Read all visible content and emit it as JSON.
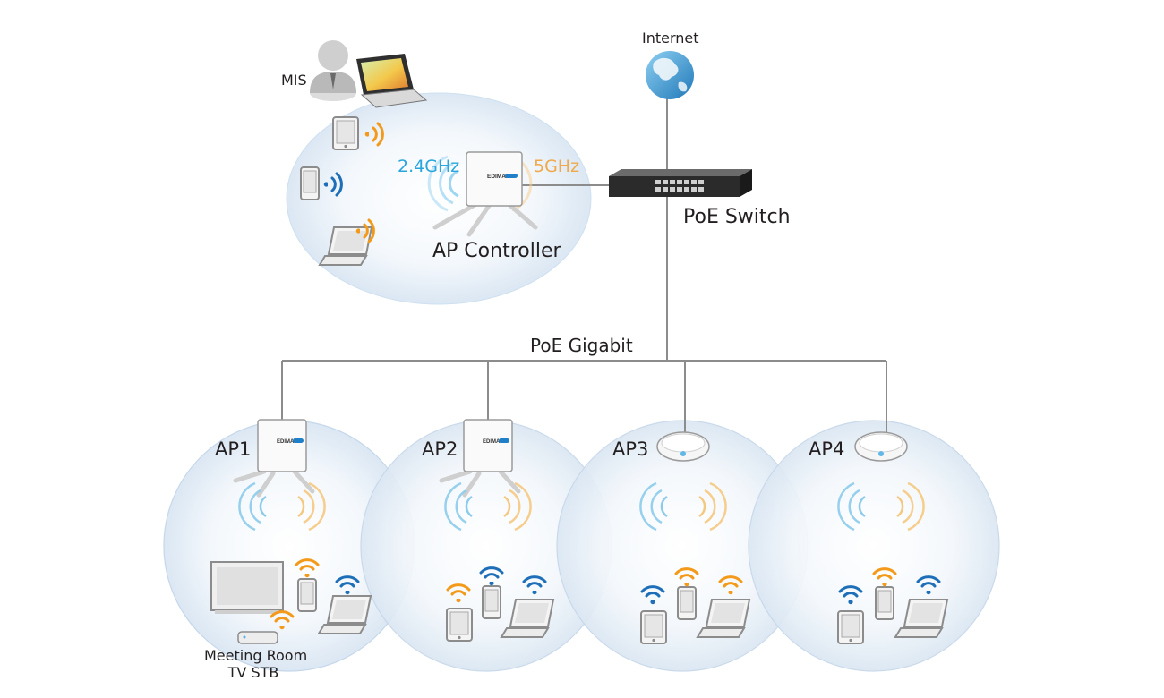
{
  "labels": {
    "internet": "Internet",
    "mis": "MIS",
    "freq_24": "2.4GHz",
    "freq_5": "5GHz",
    "poe_switch": "PoE Switch",
    "ap_controller": "AP Controller",
    "poe_gigabit": "PoE Gigabit",
    "ap1": "AP1",
    "ap2": "AP2",
    "ap3": "AP3",
    "ap4": "AP4",
    "meeting_room_line1": "Meeting Room",
    "meeting_room_line2": "TV STB"
  },
  "device_brand": "EDIMAX",
  "icons": {
    "globe": "globe-icon",
    "switch": "network-switch-icon",
    "admin_user": "user-icon",
    "laptop": "laptop-icon",
    "tablet": "tablet-icon",
    "phone": "phone-icon",
    "wifi": "wifi-icon",
    "tv": "tv-icon",
    "set_top_box": "set-top-box-icon",
    "outdoor_ap": "outdoor-access-point-icon",
    "ceiling_ap": "ceiling-access-point-icon"
  },
  "colors": {
    "band_24ghz": "#29a6dd",
    "band_5ghz": "#f0a94a",
    "wifi_blue": "#1e6fb8",
    "wifi_orange": "#f39a1b",
    "cable": "#8c8c8c",
    "coverage_fill": "#e3eef8",
    "coverage_edge": "#c6d7ea",
    "text": "#231f20"
  }
}
